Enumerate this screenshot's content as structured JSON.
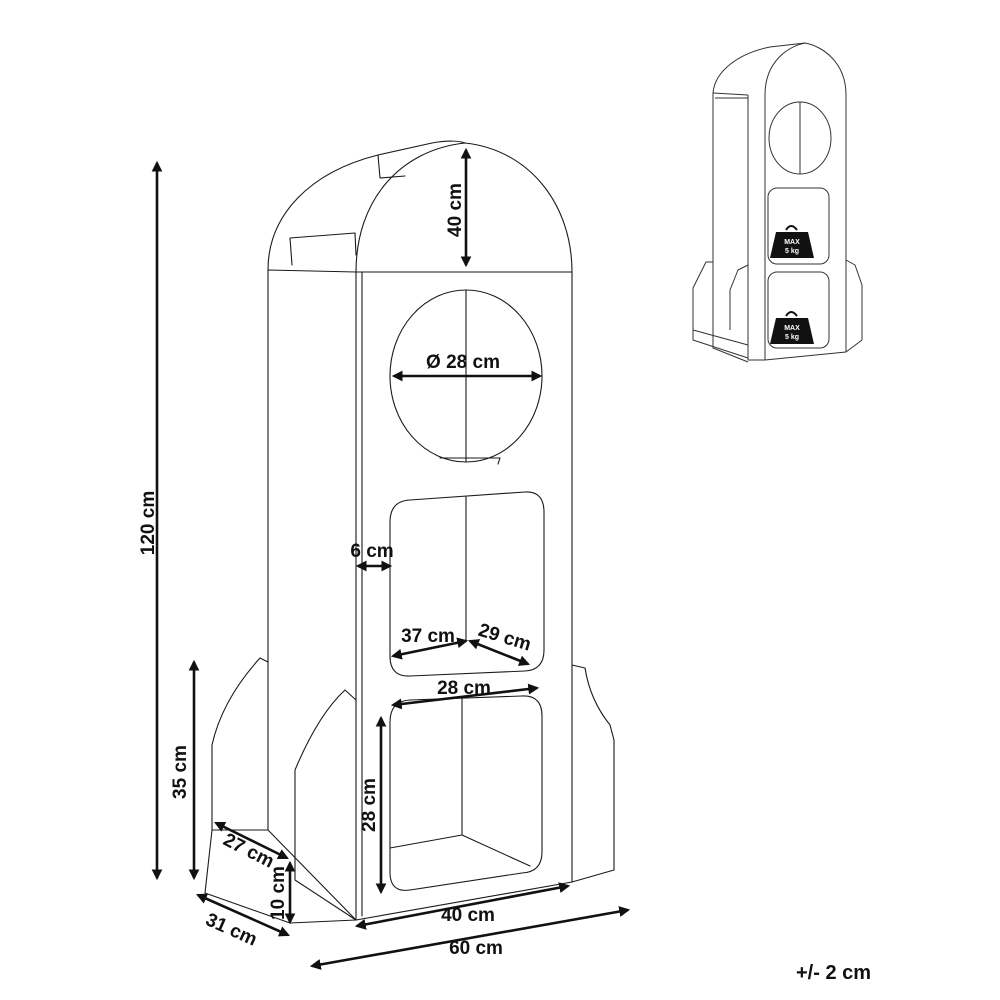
{
  "dimensions": {
    "total_height": "120 cm",
    "top_height": "40 cm",
    "circle_diameter": "Ø 28 cm",
    "wall_thickness": "6 cm",
    "shelf_depth": "37 cm",
    "shelf_width": "29 cm",
    "compartment_width": "28 cm",
    "compartment_height": "28 cm",
    "fin_height": "35 cm",
    "fin_depth": "27 cm",
    "base_height": "10 cm",
    "side_depth": "31 cm",
    "front_width": "40 cm",
    "total_width": "60 cm"
  },
  "thumbnail": {
    "max_load_top_line1": "MAX",
    "max_load_top_line2": "5 kg",
    "max_load_bottom_line1": "MAX",
    "max_load_bottom_line2": "5 kg"
  },
  "tolerance": "+/- 2 cm"
}
